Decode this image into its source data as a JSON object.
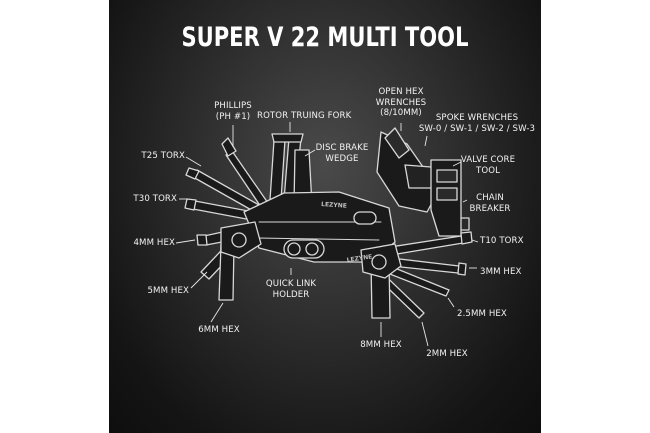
{
  "title": "SUPER V 22 MULTI TOOL",
  "labels": {
    "phillips_1": "PHILLIPS",
    "phillips_2": "(PH #1)",
    "rotor_truing_fork": "ROTOR TRUING FORK",
    "disc_brake_1": "DISC BRAKE",
    "disc_brake_2": "WEDGE",
    "open_hex_1": "OPEN HEX",
    "open_hex_2": "WRENCHES",
    "open_hex_3": "(8/10MM)",
    "spoke_1": "SPOKE WRENCHES",
    "spoke_2": "SW-0 / SW-1 / SW-2 / SW-3",
    "valve_core_1": "VALVE CORE",
    "valve_core_2": "TOOL",
    "chain_breaker_1": "CHAIN",
    "chain_breaker_2": "BREAKER",
    "t25": "T25 TORX",
    "t30": "T30 TORX",
    "t10": "T10 TORX",
    "hex4": "4MM HEX",
    "hex3": "3MM HEX",
    "hex5": "5MM HEX",
    "hex25": "2.5MM HEX",
    "hex6": "6MM HEX",
    "hex8": "8MM HEX",
    "hex2": "2MM HEX",
    "quick_link_1": "QUICK LINK",
    "quick_link_2": "HOLDER"
  },
  "body_text": {
    "brand_left": "LEZYNE",
    "brand_right": "LEZYNE"
  },
  "colors": {
    "text": "#f2f2f2",
    "leader": "#e6e6e6",
    "tool_fill": "#1a1a1a",
    "tool_edge": "#d8d8d8"
  }
}
